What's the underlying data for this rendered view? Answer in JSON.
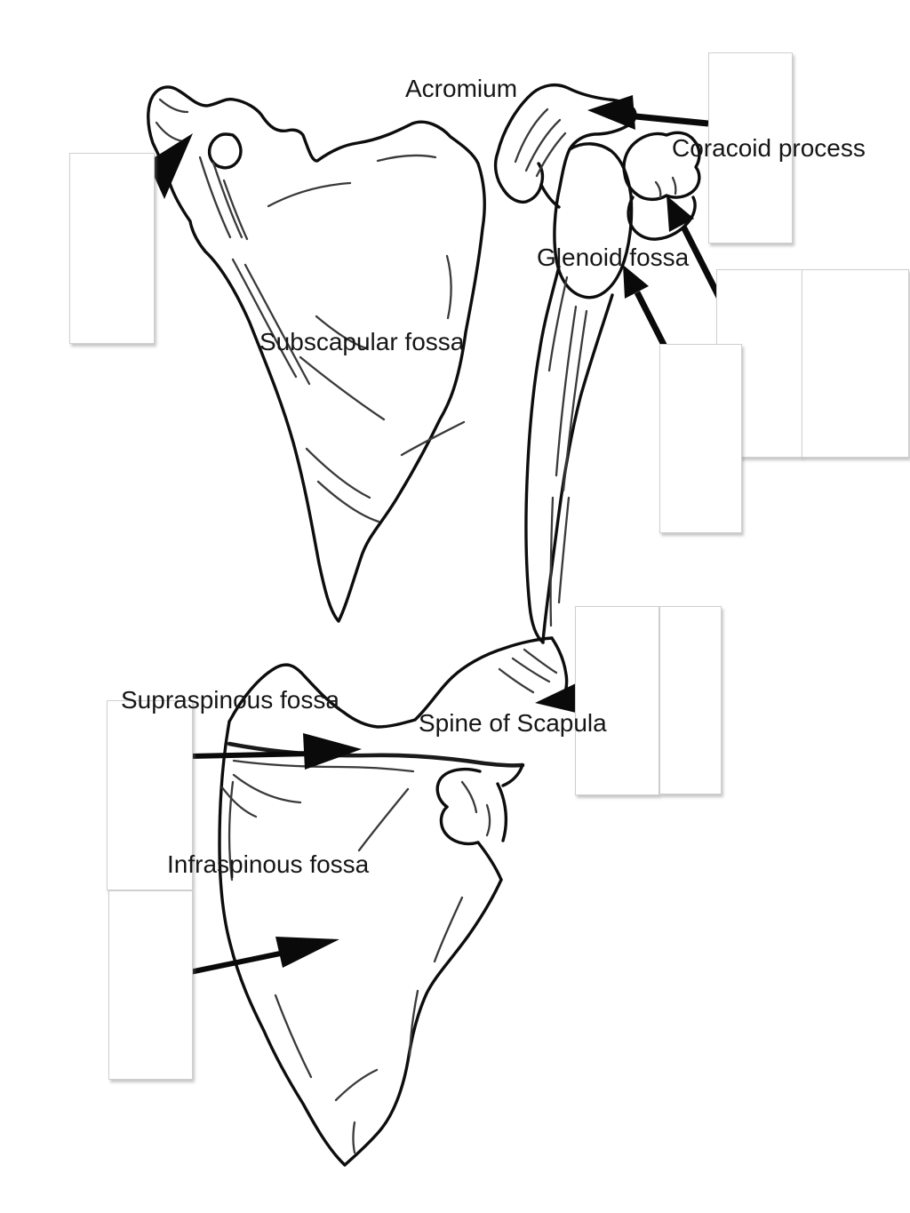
{
  "page": {
    "kind": "anatomy labeling worksheet",
    "subject": "Scapula (three views) with labeled structures and blank answer boxes"
  },
  "labels": {
    "acromium": "Acromium",
    "coracoid_process": "Coracoid process",
    "glenoid_fossa": "Glenoid fossa",
    "subscapular_fossa": "Subscapular fossa",
    "supraspinous_fossa": "Supraspinous fossa",
    "spine_of_scapula": "Spine of Scapula",
    "infraspinous_fossa": "Infraspinous fossa"
  },
  "answer_boxes": {
    "count": 9,
    "content": ""
  },
  "arrows": [
    "arrow-to-acromion",
    "arrow-to-coracoid-process",
    "arrow-to-glenoid-fossa",
    "arrowhead-to-subscapular-region",
    "arrow-to-spine-of-scapula",
    "arrow-to-supraspinous-fossa",
    "arrow-to-infraspinous-fossa"
  ],
  "colors": {
    "background": "#ffffff",
    "ink": "#0d0d0d",
    "label_text": "#161616",
    "box_border": "#cfcfcf",
    "box_fill": "#ffffff",
    "arrow": "#0a0a0a"
  }
}
